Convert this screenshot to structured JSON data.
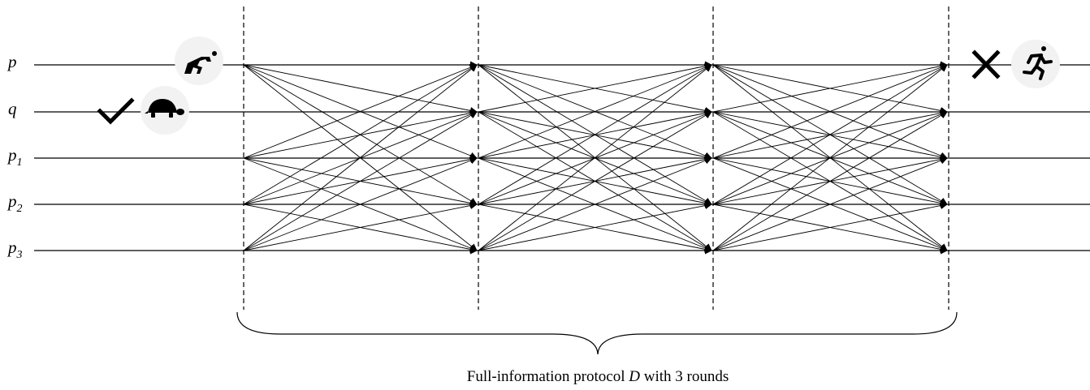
{
  "processes": [
    {
      "id": "p",
      "base": "p",
      "sub": ""
    },
    {
      "id": "q",
      "base": "q",
      "sub": ""
    },
    {
      "id": "p1",
      "base": "p",
      "sub": "1"
    },
    {
      "id": "p2",
      "base": "p",
      "sub": "2"
    },
    {
      "id": "p3",
      "base": "p",
      "sub": "3"
    }
  ],
  "rounds": 3,
  "caption": {
    "before": "Full-information protocol ",
    "var": "D",
    "after": " with 3 rounds"
  },
  "icons": {
    "start_p": "crouching-start-runner-icon",
    "start_q": "turtle-icon",
    "check": "checkmark-icon",
    "cross": "cross-icon",
    "end_p": "running-person-icon"
  },
  "colors": {
    "ink": "#000000",
    "badge_bg": "#f2f2f2"
  }
}
